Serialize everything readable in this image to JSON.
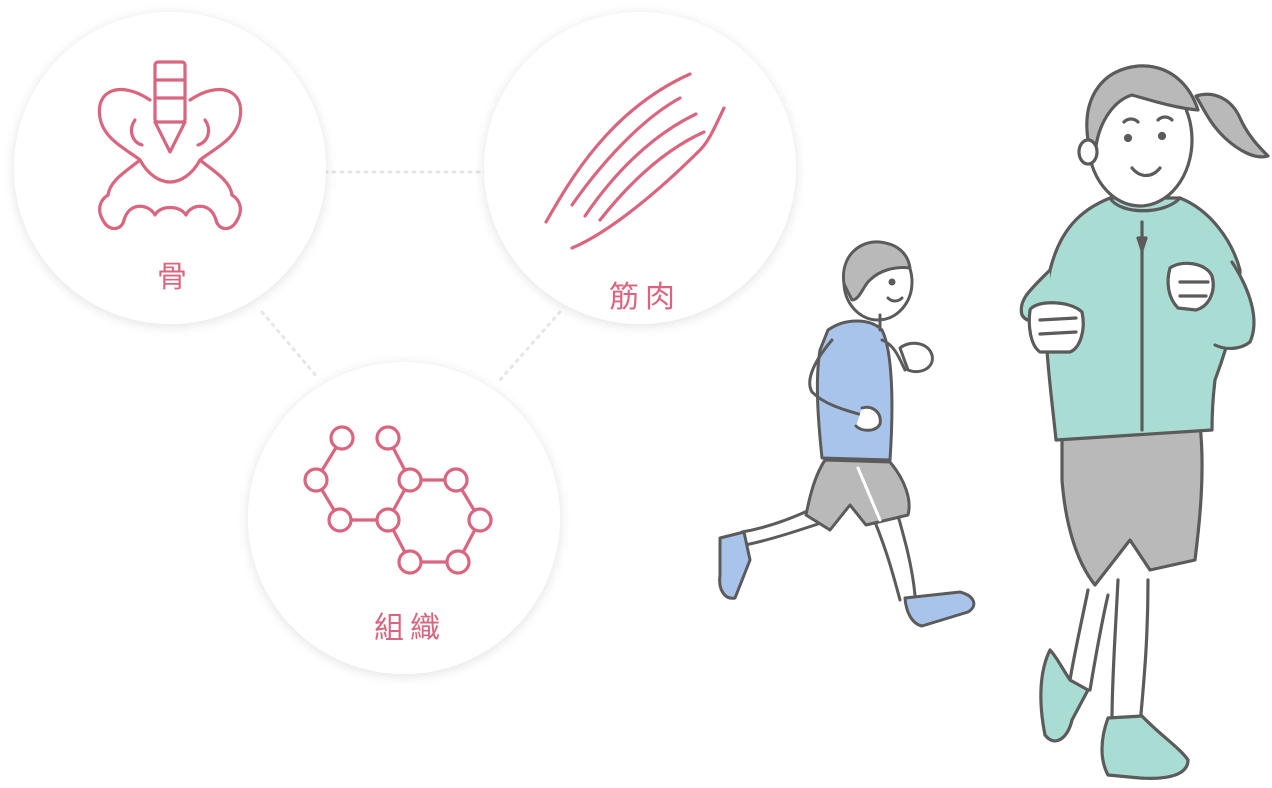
{
  "labels": {
    "bone": "骨",
    "muscle": "筋肉",
    "tissue": "組織"
  },
  "colors": {
    "accent": "#d9657f",
    "circle_fill": "#ffffff",
    "line": "#5b5b5b",
    "shirt_runner_back": "#a9c4ea",
    "jacket_runner_front": "#a9ddd4",
    "shorts": "#b9b9b9"
  },
  "icons": {
    "bone": "pelvis-bone-icon",
    "muscle": "muscle-fiber-icon",
    "tissue": "molecule-tissue-icon"
  }
}
